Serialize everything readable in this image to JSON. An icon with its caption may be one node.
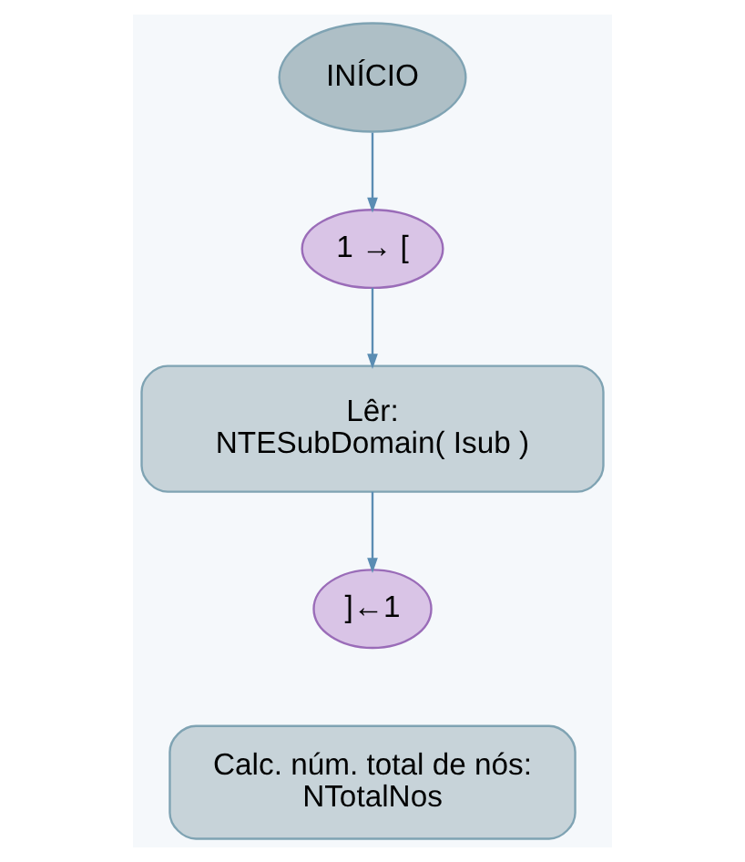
{
  "diagram": {
    "nodes": [
      {
        "text": [
          "INÍCIO"
        ]
      },
      {
        "text": [
          "1 → ["
        ]
      },
      {
        "text": [
          "Lêr:",
          "NTESubDomain( Isub )"
        ]
      },
      {
        "text": [
          "]←1"
        ]
      },
      {
        "text": [
          "Calc. núm. total de nós:",
          "NTotalNos"
        ]
      }
    ],
    "edges": [
      {
        "from": 0,
        "to": 1,
        "arrow": "to"
      },
      {
        "from": 1,
        "to": 2,
        "arrow": "to"
      },
      {
        "from": 2,
        "to": 3,
        "arrow": "to"
      }
    ]
  }
}
